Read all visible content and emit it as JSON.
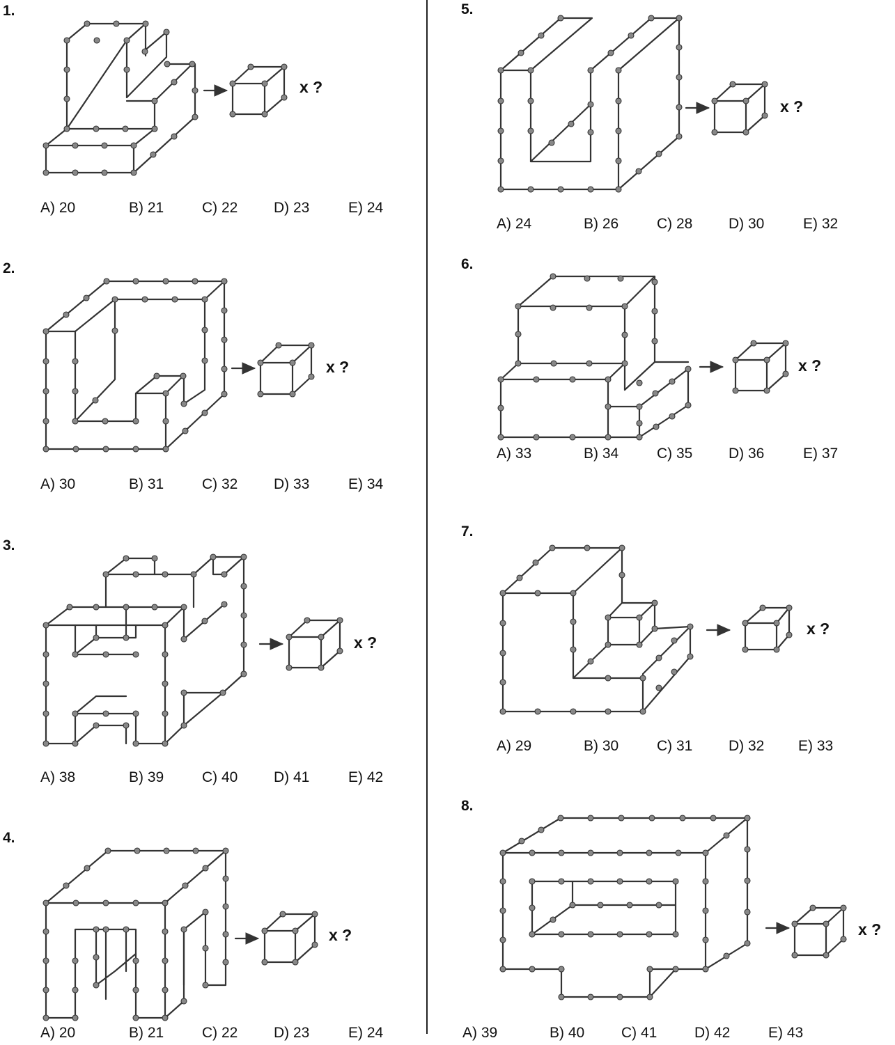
{
  "questions": [
    {
      "number": "1.",
      "multiplier": "x ?",
      "options": [
        "A)  20",
        "B) 21",
        "C) 22",
        "D) 23",
        "E) 24"
      ]
    },
    {
      "number": "2.",
      "multiplier": "x ?",
      "options": [
        "A)  30",
        "B) 31",
        "C) 32",
        "D) 33",
        "E) 34"
      ]
    },
    {
      "number": "3.",
      "multiplier": "x ?",
      "options": [
        "A)  38",
        "B) 39",
        "C) 40",
        "D) 41",
        "E) 42"
      ]
    },
    {
      "number": "4.",
      "multiplier": "x ?",
      "options": [
        "A)  20",
        "B) 21",
        "C) 22",
        "D) 23",
        "E) 24"
      ]
    },
    {
      "number": "5.",
      "multiplier": "x ?",
      "options": [
        "A)  24",
        "B) 26",
        "C) 28",
        "D) 30",
        "E) 32"
      ]
    },
    {
      "number": "6.",
      "multiplier": "x ?",
      "options": [
        "A)  33",
        "B) 34",
        "C) 35",
        "D) 36",
        "E) 37"
      ]
    },
    {
      "number": "7.",
      "multiplier": "x ?",
      "options": [
        "A)  29",
        "B) 30",
        "C) 31",
        "D) 32",
        "E) 33"
      ]
    },
    {
      "number": "8.",
      "multiplier": "x ?",
      "options": [
        "A)  39",
        "B) 40",
        "C) 41",
        "D) 42",
        "E) 43"
      ]
    }
  ]
}
